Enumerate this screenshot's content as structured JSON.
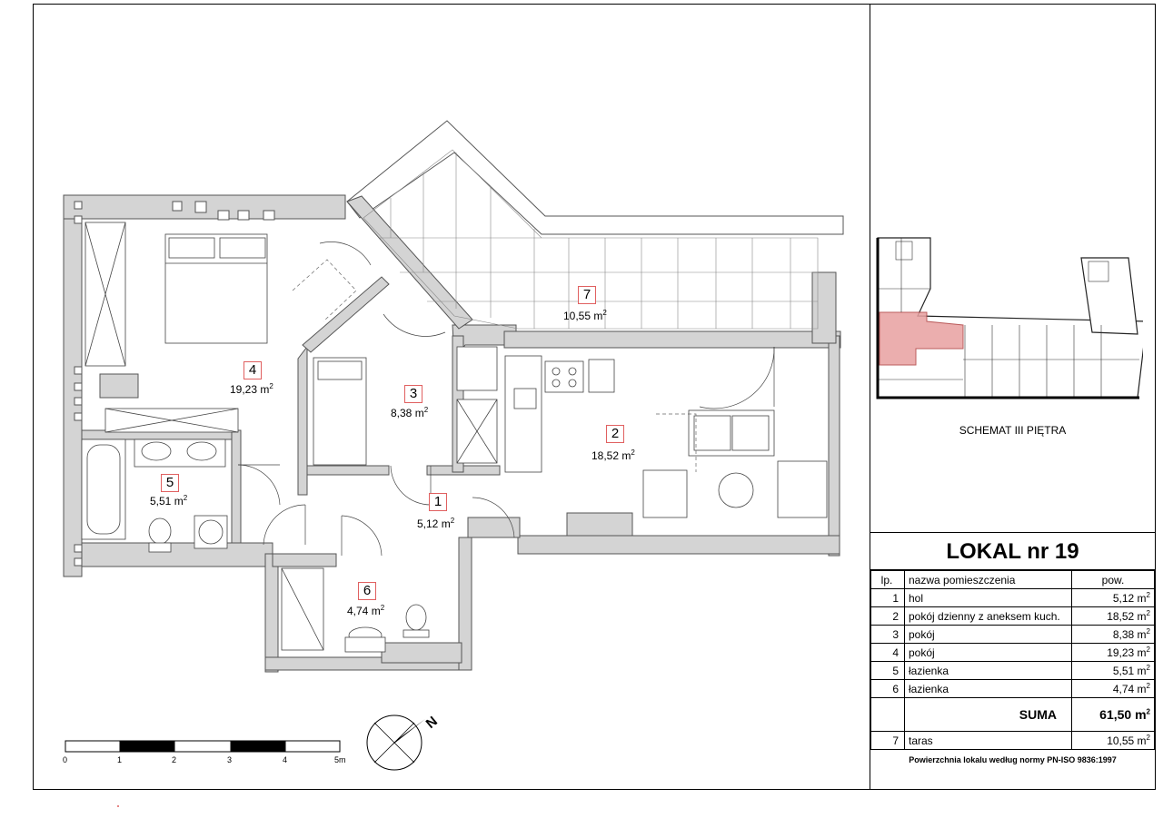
{
  "plan": {
    "rooms": [
      {
        "id": "1",
        "area": "5,12 m",
        "unit_sup": "2"
      },
      {
        "id": "2",
        "area": "18,52 m",
        "unit_sup": "2"
      },
      {
        "id": "3",
        "area": "8,38 m",
        "unit_sup": "2"
      },
      {
        "id": "4",
        "area": "19,23 m",
        "unit_sup": "2"
      },
      {
        "id": "5",
        "area": "5,51 m",
        "unit_sup": "2"
      },
      {
        "id": "6",
        "area": "4,74 m",
        "unit_sup": "2"
      },
      {
        "id": "7",
        "area": "10,55 m",
        "unit_sup": "2"
      }
    ],
    "scale_labels": [
      "0",
      "1",
      "2",
      "3",
      "4",
      "5m"
    ],
    "north_label": "N"
  },
  "scheme": {
    "caption": "SCHEMAT III PIĘTRA",
    "highlight_color": "#e8a0a0"
  },
  "lokal": {
    "title": "LOKAL nr 19",
    "table": {
      "headers": {
        "lp": "lp.",
        "name": "nazwa pomieszczenia",
        "area": "pow."
      },
      "rows": [
        {
          "lp": "1",
          "name": "hol",
          "area": "5,12 m"
        },
        {
          "lp": "2",
          "name": "pokój dzienny z aneksem kuch.",
          "area": "18,52 m"
        },
        {
          "lp": "3",
          "name": "pokój",
          "area": "8,38 m"
        },
        {
          "lp": "4",
          "name": "pokój",
          "area": "19,23 m"
        },
        {
          "lp": "5",
          "name": "łazienka",
          "area": "5,51 m"
        },
        {
          "lp": "6",
          "name": "łazienka",
          "area": "4,74 m"
        }
      ],
      "sum_label": "SUMA",
      "sum_value": "61,50 m",
      "extra_row": {
        "lp": "7",
        "name": "taras",
        "area": "10,55 m"
      },
      "unit_sup": "2"
    },
    "norm_note": "Powierzchnia lokalu według normy PN-ISO 9836:1997"
  },
  "colors": {
    "wall_fill": "#d4d4d4",
    "wall_stroke": "#555555",
    "room_number_border": "#e06060"
  }
}
